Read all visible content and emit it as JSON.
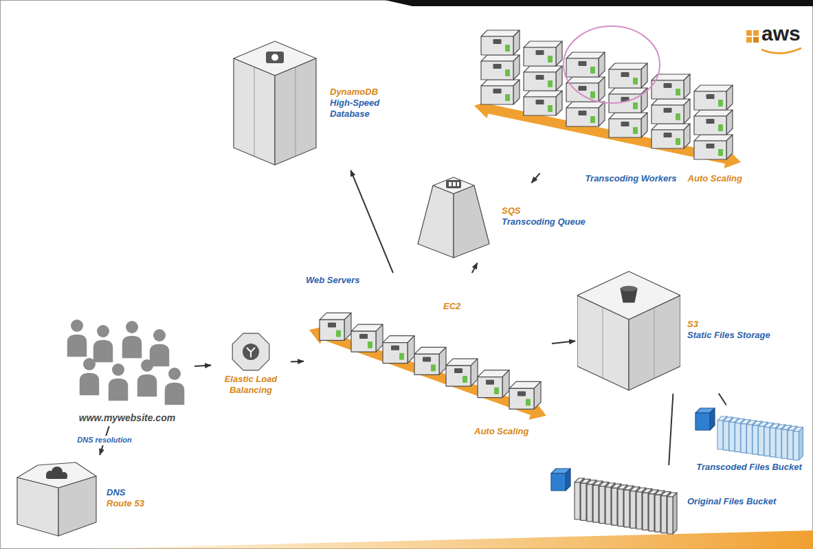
{
  "diagram": {
    "nodes": [
      {
        "text": [
          "DynamoDB",
          "High-Speed Database"
        ]
      },
      {
        "text": [
          "Transcoding Workers",
          "Auto Scaling"
        ]
      },
      {
        "text": [
          "SQS",
          "Transcoding Queue"
        ]
      },
      {
        "text": [
          "Web Servers",
          "EC2",
          "Auto Scaling"
        ]
      },
      {
        "text": [
          "S3",
          "Static Files Storage"
        ]
      },
      {
        "text": [
          "Elastic Load Balancing"
        ]
      },
      {
        "text": [
          "www.mywebsite.com"
        ]
      },
      {
        "text": [
          "Transcoded Files Bucket"
        ]
      },
      {
        "text": [
          "DNS",
          "Route 53"
        ]
      },
      {
        "text": [
          "Original Files Bucket"
        ]
      }
    ],
    "edges": [
      {
        "from": 6,
        "to": 8,
        "label": "DNS resolution",
        "arrow": "to"
      },
      {
        "from": 6,
        "to": 5,
        "arrow": "to"
      },
      {
        "from": 5,
        "to": 3,
        "arrow": "to"
      },
      {
        "from": 3,
        "to": 0,
        "arrow": "to"
      },
      {
        "from": 3,
        "to": 2,
        "arrow": "to"
      },
      {
        "from": 3,
        "to": 4,
        "arrow": "to"
      },
      {
        "from": 2,
        "to": 1,
        "arrow": "to"
      },
      {
        "from": 4,
        "to": 7,
        "arrow": "none"
      },
      {
        "from": 4,
        "to": 9,
        "arrow": "none"
      }
    ],
    "labels": [
      "aws"
    ]
  }
}
